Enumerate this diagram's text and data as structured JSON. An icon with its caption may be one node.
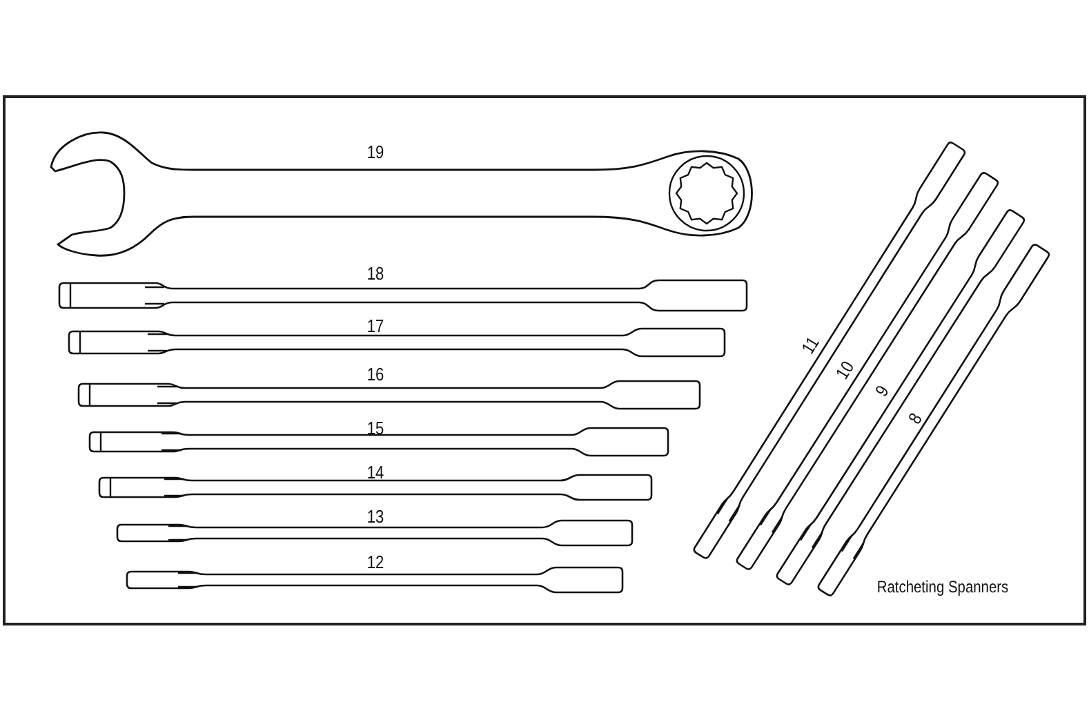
{
  "diagram": {
    "labels": [
      "19",
      "18",
      "17",
      "16",
      "15",
      "14",
      "13",
      "12",
      "11",
      "10",
      "9",
      "8",
      "Ratcheting Spanners"
    ]
  }
}
